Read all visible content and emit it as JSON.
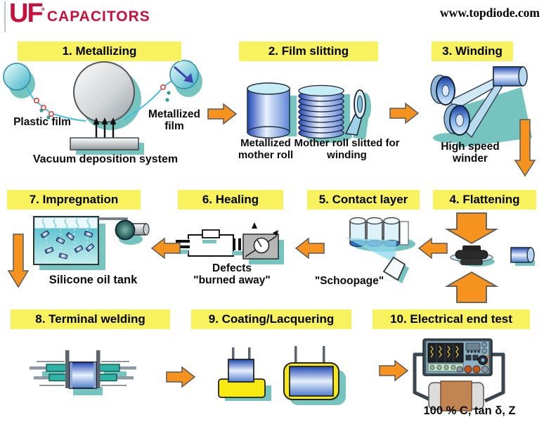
{
  "header": {
    "logo": {
      "u": "U",
      "f": "F",
      "degree": "°",
      "wordmark": "CAPACITORS"
    },
    "website": "www.topdiode.com"
  },
  "steps": [
    {
      "title": "1. Metallizing",
      "captions": [
        "Plastic film",
        "Metallized film",
        "Vacuum deposition system"
      ]
    },
    {
      "title": "2. Film slitting",
      "captions": [
        "Metallized mother roll",
        "Mother roll slitted for winding"
      ]
    },
    {
      "title": "3. Winding",
      "captions": [
        "High speed winder"
      ]
    },
    {
      "title": "4. Flattening",
      "captions": []
    },
    {
      "title": "5. Contact layer",
      "captions": [
        "\"Schoopage\""
      ]
    },
    {
      "title": "6. Healing",
      "captions": [
        "Defects",
        "\"burned away\""
      ]
    },
    {
      "title": "7. Impregnation",
      "captions": [
        "Silicone oil tank"
      ]
    },
    {
      "title": "8. Terminal welding",
      "captions": []
    },
    {
      "title": "9. Coating/Lacquering",
      "captions": []
    },
    {
      "title": "10. Electrical end test",
      "captions": [
        "100 % C, tan δ, Z"
      ]
    }
  ],
  "colors": {
    "banner_yellow": "#f7f25e",
    "arrow_orange": "#f6921e",
    "shadow_teal": "#76c4bf",
    "logo_red": "#c9103c"
  }
}
